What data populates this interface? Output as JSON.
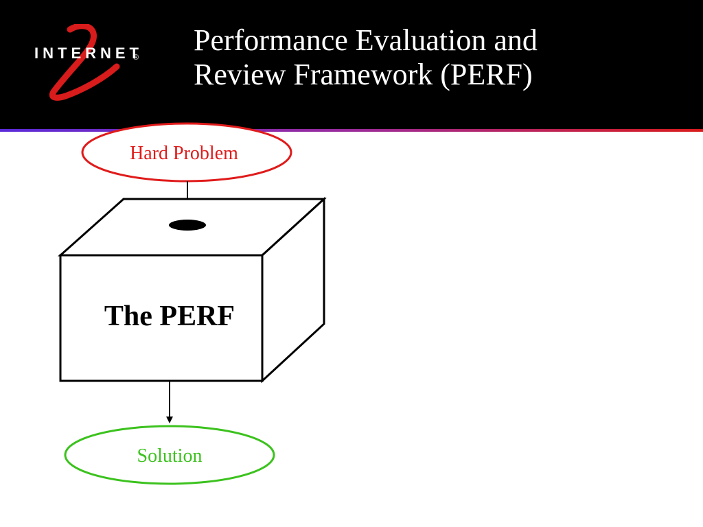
{
  "header": {
    "logo_text": "INTERNET",
    "logo_numeral": "2",
    "logo_mark": "®",
    "title_line1": "Performance Evaluation and",
    "title_line2": "Review Framework (PERF)"
  },
  "diagram": {
    "input_label": "Hard Problem",
    "box_label": "The PERF",
    "output_label": "Solution"
  },
  "colors": {
    "header_bg": "#000000",
    "title_text": "#ffffff",
    "input_accent": "#e01b1b",
    "output_accent": "#3cc21e",
    "line_purple": "#5a2ad8",
    "line_red": "#d81b1b"
  }
}
